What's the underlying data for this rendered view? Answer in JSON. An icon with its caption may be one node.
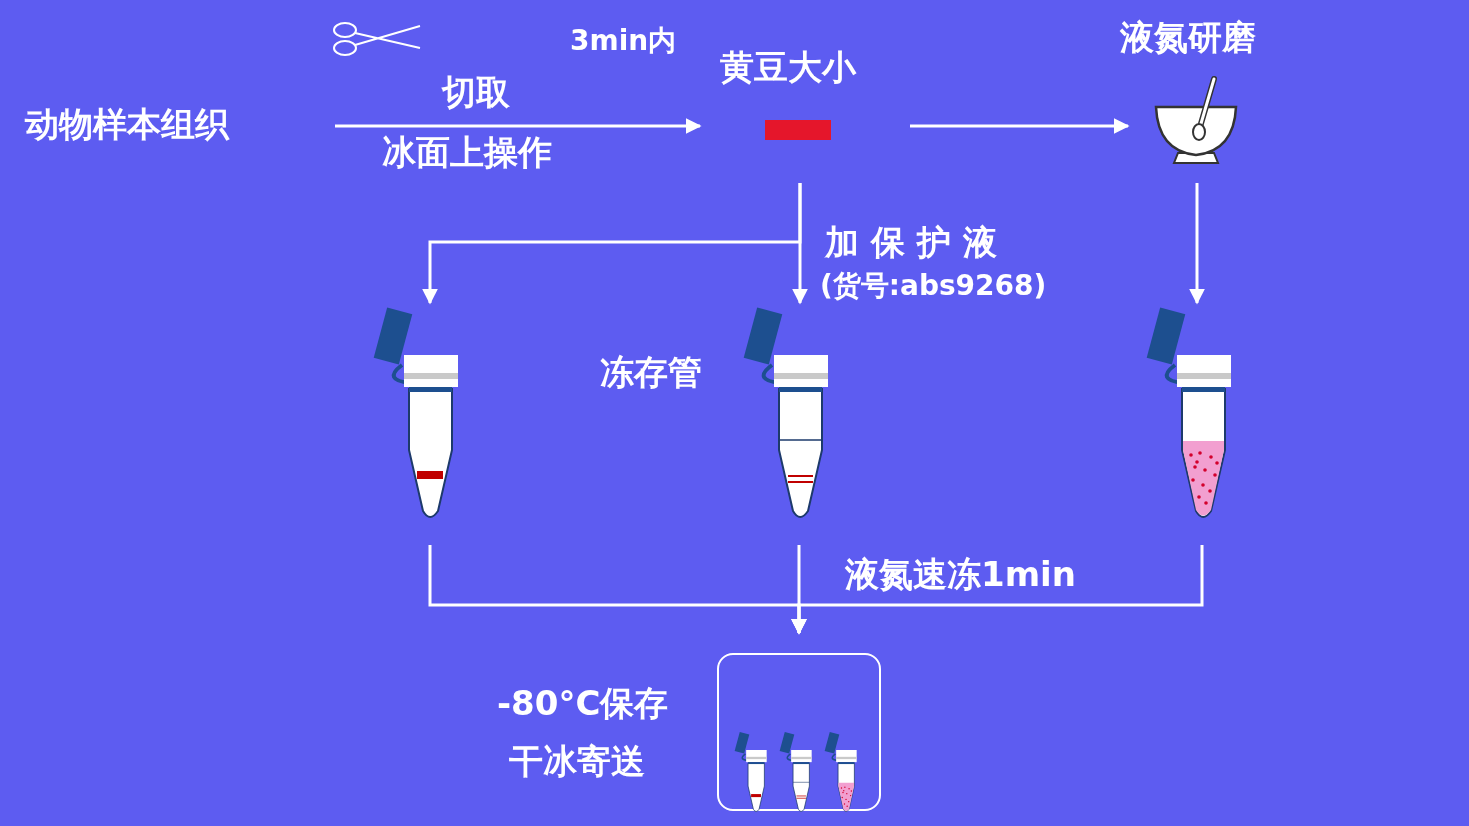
{
  "diagram": {
    "nodes": [
      {
        "text": [
          "动物样本组织"
        ]
      },
      {
        "text": [
          "黄豆大小"
        ]
      },
      {
        "text": [
          "液氮研磨"
        ]
      },
      {
        "text": [],
        "shape": "picture"
      },
      {
        "text": [],
        "shape": "picture"
      },
      {
        "text": [],
        "shape": "picture"
      },
      {
        "text": [],
        "shape": "box",
        "beside": [
          "-80°C保存",
          "干冰寄送"
        ]
      }
    ],
    "edges": [
      {
        "from": 0,
        "to": 1,
        "arrow": "to",
        "label": "切取"
      },
      {
        "from": 1,
        "to": 2,
        "arrow": "to"
      },
      {
        "from": 1,
        "to": 3,
        "arrow": "to"
      },
      {
        "from": 1,
        "to": 4,
        "arrow": "to",
        "label": "加 保 护 液"
      },
      {
        "from": 2,
        "to": 5,
        "arrow": "to"
      },
      {
        "from": 3,
        "to": 6,
        "arrow": "to"
      },
      {
        "from": 4,
        "to": 6,
        "arrow": "to"
      },
      {
        "from": 5,
        "to": 6,
        "arrow": "to",
        "label": "液氮速冻1min"
      }
    ],
    "labels": [
      "3min内",
      "冰面上操作",
      "(货号:abs9268)",
      "冻存管"
    ]
  }
}
